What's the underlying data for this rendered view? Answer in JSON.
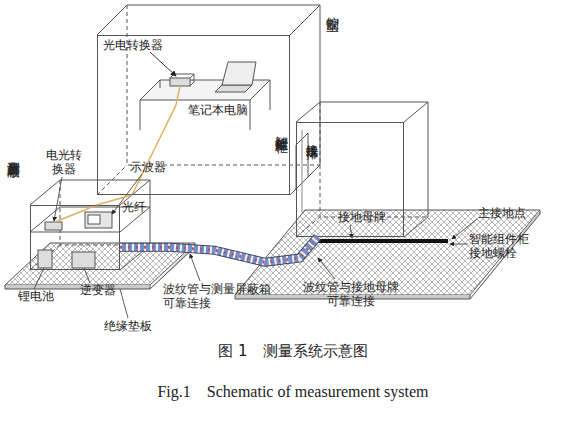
{
  "diagram": {
    "caption": "图 1　测量系统示意图",
    "nodes": [
      {
        "text": [
          "控制室"
        ]
      },
      {
        "text": [
          "测量屏蔽箱"
        ]
      },
      {
        "text": [
          "智能组件柜"
        ]
      }
    ],
    "edges": [
      {
        "from": 0,
        "to": 1,
        "arrow": "none",
        "label": "光纤"
      },
      {
        "from": 1,
        "to": 2,
        "arrow": "none"
      }
    ],
    "labels": [
      "光电转换器",
      "笔记本电脑",
      "电光转换器",
      "示波器",
      "锂电池",
      "逆变器",
      "绝缘垫板",
      "波纹管与测量屏蔽箱可靠连接",
      "接线端子排",
      "接地母牌",
      "主接地点",
      "智能组件柜接地螺栓",
      "波纹管与接地母牌可靠连接",
      "Fig.1　Schematic of measurement system"
    ]
  }
}
